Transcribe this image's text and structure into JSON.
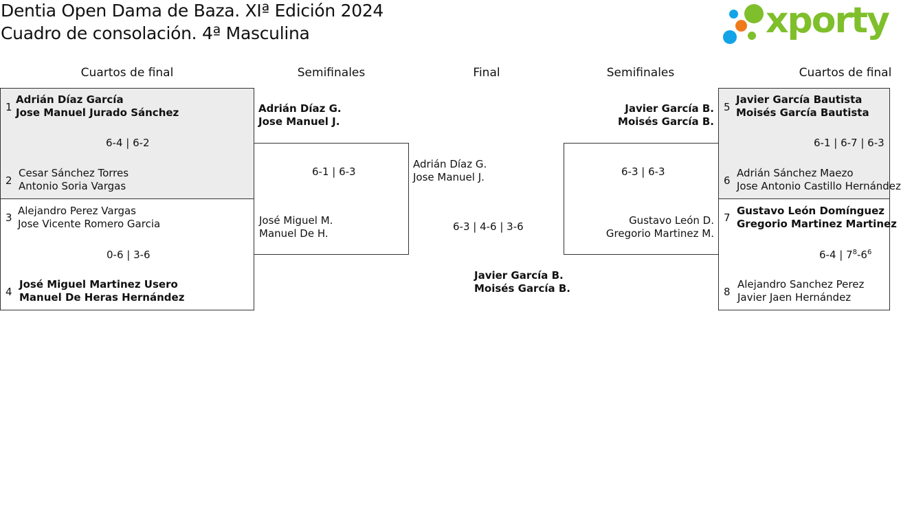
{
  "header": {
    "title_line1": "Dentia Open Dama de Baza. XIª Edición 2024",
    "title_line2": "Cuadro de consolación. 4ª Masculina",
    "logo_text": "xporty",
    "logo_colors": {
      "blue": "#13a4e8",
      "orange": "#f07a1a",
      "green": "#7fbf2b"
    }
  },
  "rounds": {
    "left_qf": "Cuartos de final",
    "left_sf": "Semifinales",
    "final": "Final",
    "right_sf": "Semifinales",
    "right_qf": "Cuartos de final"
  },
  "left_qf": [
    {
      "top": {
        "seed": "1",
        "line1": "Adrián Díaz García",
        "line2": "Jose Manuel Jurado Sánchez"
      },
      "score": "6-4 | 6-2",
      "bottom": {
        "seed": "2",
        "line1": "Cesar Sánchez Torres",
        "line2": "Antonio Soria Vargas"
      }
    },
    {
      "top": {
        "seed": "3",
        "line1": "Alejandro Perez Vargas",
        "line2": "Jose Vicente Romero Garcia"
      },
      "score": "0-6 | 3-6",
      "bottom": {
        "seed": "4",
        "line1": "José Miguel Martinez Usero",
        "line2": "Manuel De Heras Hernández"
      }
    }
  ],
  "left_sf": {
    "top": {
      "line1": "Adrián Díaz G.",
      "line2": "Jose Manuel J."
    },
    "score": "6-1 | 6-3",
    "bottom": {
      "line1": "José Miguel M.",
      "line2": "Manuel De H."
    }
  },
  "final": {
    "top": {
      "line1": "Adrián Díaz G.",
      "line2": "Jose Manuel J."
    },
    "score": "6-3 | 4-6 | 3-6",
    "bottom": {
      "line1": "Javier García B.",
      "line2": "Moisés García B."
    }
  },
  "right_sf": {
    "top": {
      "line1": "Javier García B.",
      "line2": "Moisés García B."
    },
    "score": "6-3 | 6-3",
    "bottom": {
      "line1": "Gustavo León D.",
      "line2": "Gregorio Martinez M."
    }
  },
  "right_qf": [
    {
      "top": {
        "seed": "5",
        "line1": "Javier García Bautista",
        "line2": "Moisés García Bautista"
      },
      "score": "6-1 | 6-7 | 6-3",
      "bottom": {
        "seed": "6",
        "line1": "Adrián Sánchez Maezo",
        "line2": "Jose Antonio Castillo Hernández"
      }
    },
    {
      "top": {
        "seed": "7",
        "line1": "Gustavo León Domínguez",
        "line2": "Gregorio Martinez Martinez"
      },
      "score_prefix": "6-4 | 7",
      "score_sup1": "8",
      "score_mid": "-6",
      "score_sup2": "6",
      "bottom": {
        "seed": "8",
        "line1": "Alejandro Sanchez Perez",
        "line2": "Javier Jaen Hernández"
      }
    }
  ]
}
